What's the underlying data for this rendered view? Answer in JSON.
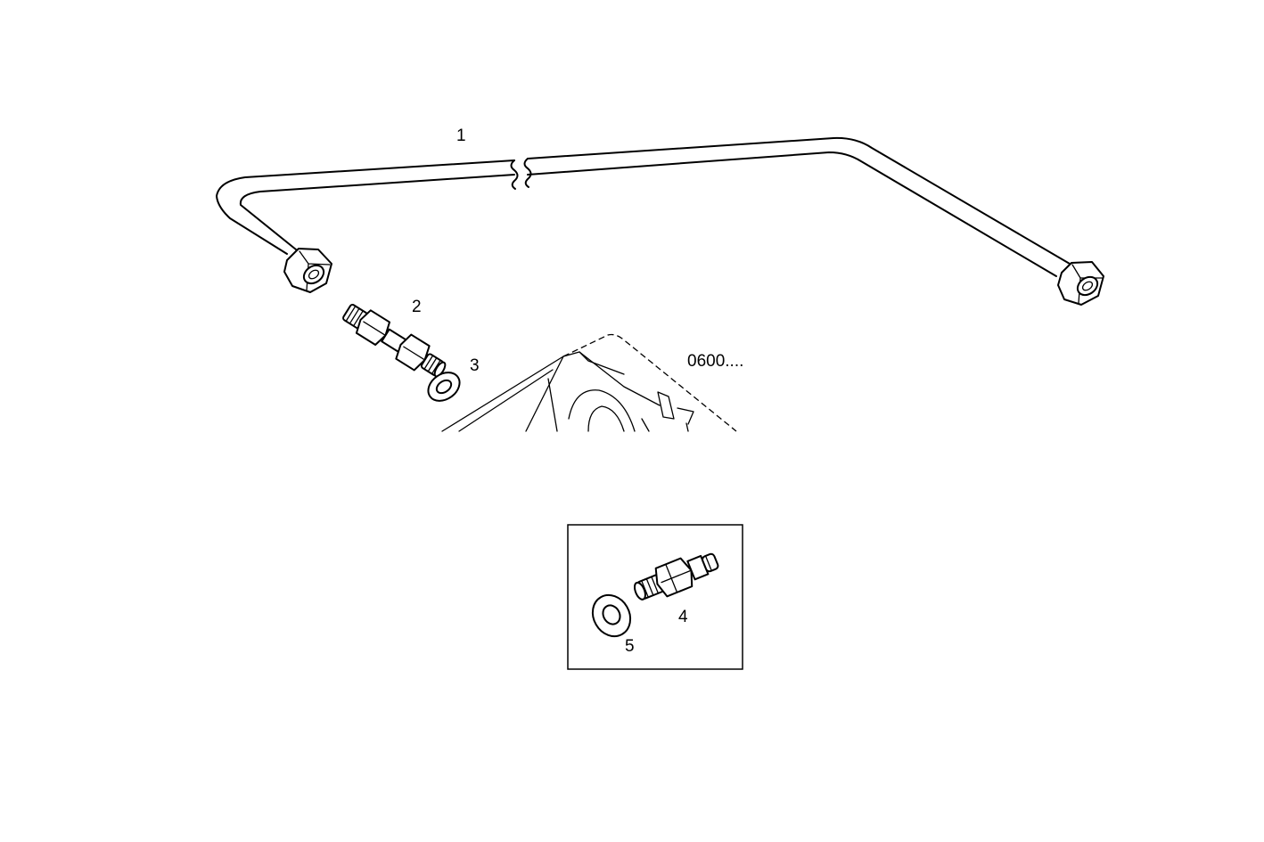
{
  "diagram": {
    "callouts": {
      "pipe": "1",
      "union_upper": "2",
      "washer_upper": "3",
      "union_inset": "4",
      "washer_inset": "5"
    },
    "reference": "0600...."
  }
}
